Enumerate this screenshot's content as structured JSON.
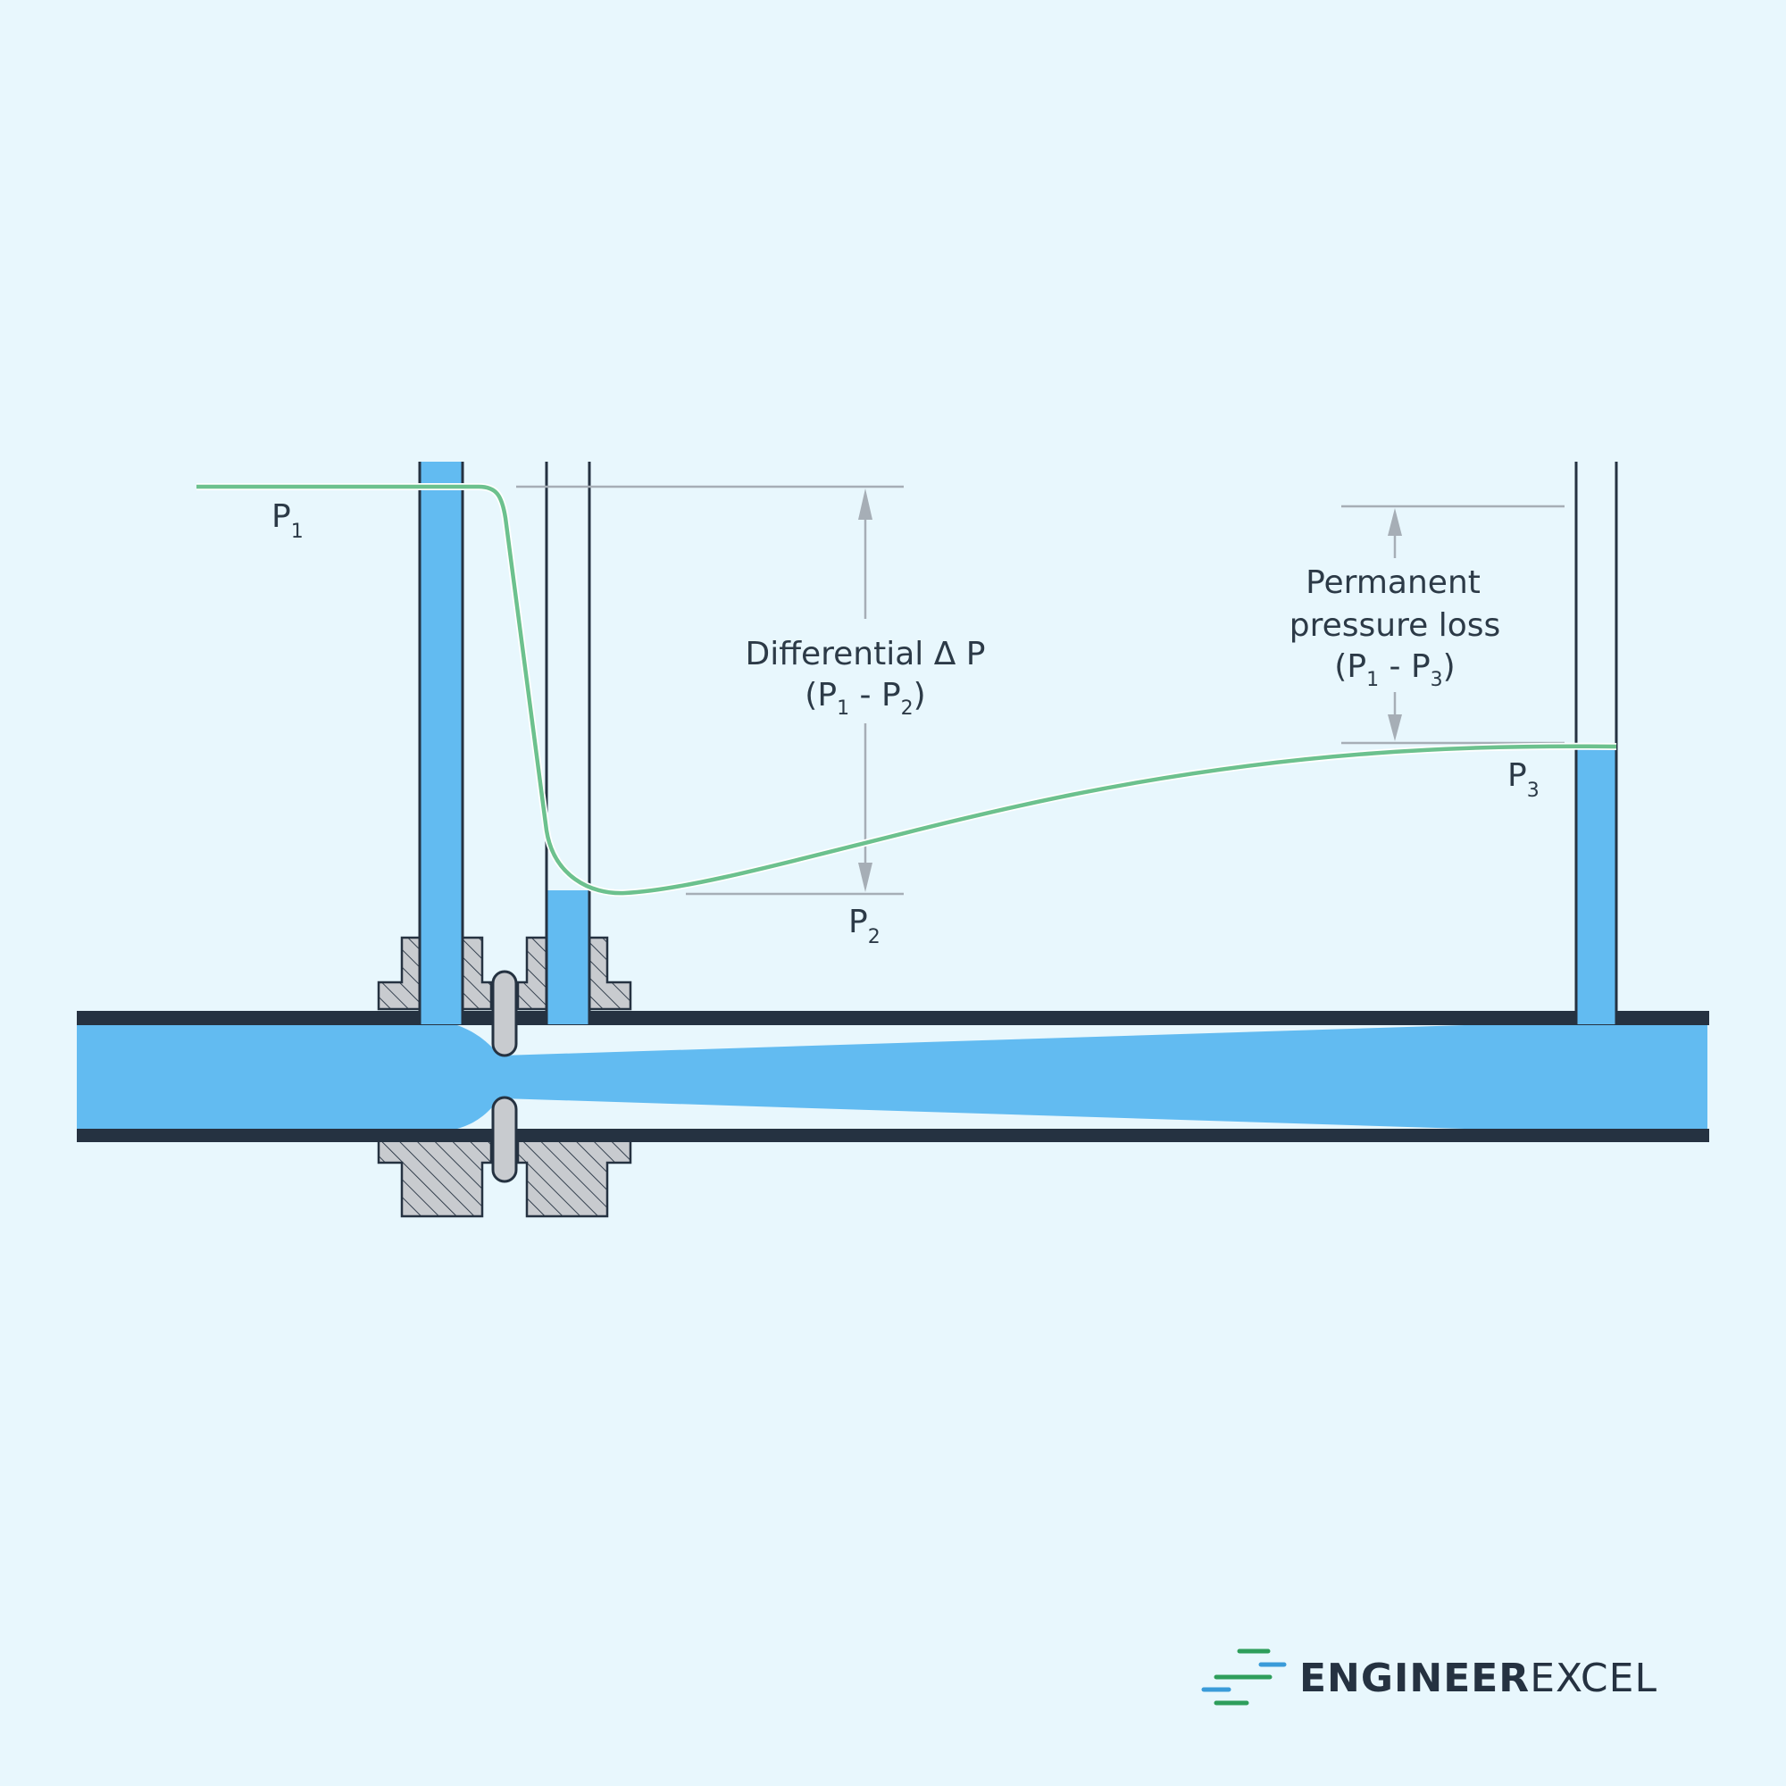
{
  "labels": {
    "p1": "P",
    "p1_sub": "1",
    "p2": "P",
    "p2_sub": "2",
    "p3": "P",
    "p3_sub": "3",
    "differential_line1": "Differential Δ P",
    "differential_l2_open": "(P",
    "differential_l2_sub1": "1",
    "differential_l2_mid": " - P",
    "differential_l2_sub2": "2",
    "differential_l2_close": ")",
    "permanent_line1": "Permanent",
    "permanent_line2": "pressure loss",
    "permanent_l3_open": "(P",
    "permanent_l3_sub1": "1",
    "permanent_l3_mid": " - P",
    "permanent_l3_sub2": "3",
    "permanent_l3_close": ")"
  },
  "logo": {
    "brand_bold": "ENGINEER",
    "brand_light": "EXCEL"
  },
  "colors": {
    "background": "#e8f7fd",
    "water": "#62bbf1",
    "pipe_wall": "#253241",
    "pressure_line": "#6cc18e",
    "dimension": "#a6aeb6",
    "flange": "#c8cbcf",
    "logo_green": "#2e9e5b",
    "logo_blue": "#3a9bd9"
  }
}
